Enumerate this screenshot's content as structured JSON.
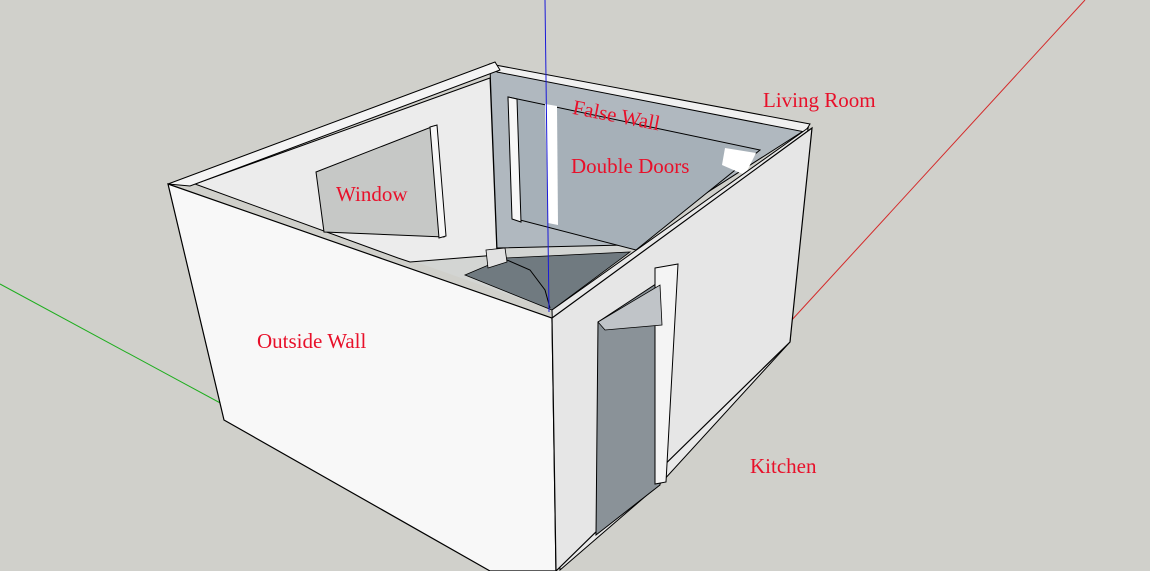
{
  "scene": {
    "background_color": "#d0d0cb",
    "label_color": "#e8102a",
    "axis_colors": {
      "red": "#d42a2a",
      "green": "#1fae1f",
      "blue": "#1a1ad8"
    }
  },
  "labels": {
    "false_wall": "False Wall",
    "living_room": "Living Room",
    "double_doors": "Double Doors",
    "window": "Window",
    "outside_wall": "Outside Wall",
    "kitchen": "Kitchen"
  }
}
